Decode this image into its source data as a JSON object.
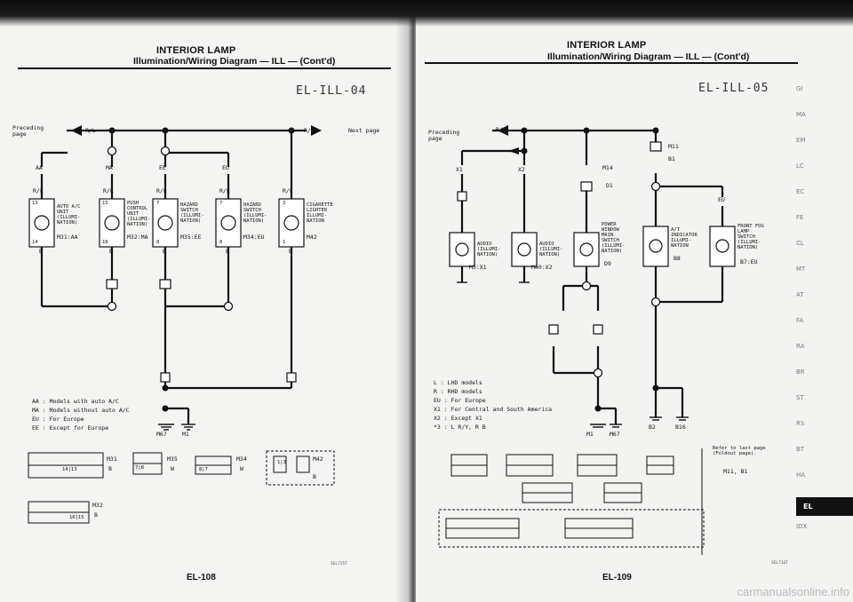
{
  "left_page": {
    "title": "INTERIOR LAMP",
    "subtitle": "Illumination/Wiring Diagram — ILL — (Cont'd)",
    "diagram_code": "EL-ILL-04",
    "preceding": "Preceding\npage",
    "wire_top_left": "R/L",
    "wire_top_right": "R/L",
    "next_page": "Next page",
    "connectors": [
      {
        "tag": "AA"
      },
      {
        "tag": "MA"
      },
      {
        "tag": "EE"
      },
      {
        "tag": "EU"
      }
    ],
    "wire_labels": [
      "R/L",
      "R/L",
      "R/L",
      "R/L",
      "R/L"
    ],
    "devices": [
      {
        "name": "AUTO A/C\nUNIT\n(ILLUMI-\nNATION)",
        "ref": "M31",
        "cond": "AA",
        "pin_top": "13",
        "pin_bot": "14"
      },
      {
        "name": "PUSH\nCONTROL\nUNIT\n(ILLUMI-\nNATION)",
        "ref": "M32",
        "cond": "MA",
        "pin_top": "15",
        "pin_bot": "16"
      },
      {
        "name": "HAZARD\nSWITCH\n(ILLUMI-\nNATION)",
        "ref": "M35",
        "cond": "EE",
        "pin_top": "7",
        "pin_bot": "8"
      },
      {
        "name": "HAZARD\nSWITCH\n(ILLUMI-\nNATION)",
        "ref": "M34",
        "cond": "EU",
        "pin_top": "7",
        "pin_bot": "8"
      },
      {
        "name": "CIGARETTE\nLIGHTER\nILLUMI-\nNATION",
        "ref": "M42",
        "cond": "",
        "pin_top": "3",
        "pin_bot": "1"
      }
    ],
    "ground_labels": [
      "B",
      "B",
      "B",
      "B",
      "B"
    ],
    "legend": [
      {
        "tag": "AA",
        "text": "Models with auto A/C"
      },
      {
        "tag": "MA",
        "text": "Models without auto A/C"
      },
      {
        "tag": "EU",
        "text": "For Europe"
      },
      {
        "tag": "EE",
        "text": "Except for Europe"
      }
    ],
    "ground_refs": [
      "M67",
      "M1"
    ],
    "connector_views": [
      {
        "ref": "M31",
        "color": "B",
        "pins": "14|13"
      },
      {
        "ref": "M35",
        "color": "W",
        "pins": "7|8"
      },
      {
        "ref": "M34",
        "color": "W",
        "pins": "8|7"
      },
      {
        "ref": "M42",
        "color": "B",
        "pins": "1|3"
      },
      {
        "ref": "M32",
        "color": "B",
        "pins": "16|15"
      }
    ],
    "page_number": "EL-108",
    "figure_code": "SEL715T"
  },
  "right_page": {
    "title": "INTERIOR LAMP",
    "subtitle": "Illumination/Wiring Diagram — ILL — (Cont'd)",
    "diagram_code": "EL-ILL-05",
    "preceding": "Preceding\npage",
    "wire_top": "R/L",
    "connectors": [
      {
        "tag": "X1"
      },
      {
        "tag": "X2"
      },
      {
        "tag": "M14"
      },
      {
        "tag": "D1"
      },
      {
        "tag": "M11"
      },
      {
        "tag": "B1"
      },
      {
        "tag": "EU"
      }
    ],
    "devices": [
      {
        "name": "AUDIO\n(ILLUMI-\nNATION)",
        "ref": "M5",
        "cond": "X1"
      },
      {
        "name": "AUDIO\n(ILLUMI-\nNATION)",
        "ref": "M40",
        "cond": "X2"
      },
      {
        "name": "POWER\nWINDOW\nMAIN\nSWITCH\n(ILLUMI-\nNATION)",
        "ref": "D9",
        "cond": ""
      },
      {
        "name": "A/T\nINDICATOR\nILLUMI-\nNATION",
        "ref": "B8",
        "cond": ""
      },
      {
        "name": "FRONT FOG\nLAMP\nSWITCH\n(ILLUMI-\nNATION)",
        "ref": "B7",
        "cond": "EU"
      }
    ],
    "legend": [
      {
        "tag": "L",
        "text": "LHD models"
      },
      {
        "tag": "R",
        "text": "RHD models"
      },
      {
        "tag": "EU",
        "text": "For Europe"
      },
      {
        "tag": "X1",
        "text": "For Central and South America"
      },
      {
        "tag": "X2",
        "text": "Except X1"
      },
      {
        "tag": "*3",
        "text": "L R/Y, R B"
      }
    ],
    "ground_refs": [
      "M1",
      "M67",
      "B2",
      "B16"
    ],
    "refer_note": "Refer to last page\n(Foldout page).",
    "refer_refs": "M11, B1",
    "page_number": "EL-109",
    "figure_code": "SEL716T"
  },
  "side_index": [
    "GI",
    "MA",
    "EM",
    "LC",
    "EC",
    "FE",
    "CL",
    "MT",
    "AT",
    "FA",
    "RA",
    "BR",
    "ST",
    "RS",
    "BT",
    "HA",
    "EL",
    "IDX"
  ],
  "active_index": "EL",
  "watermark": "carmanualsonline.info"
}
